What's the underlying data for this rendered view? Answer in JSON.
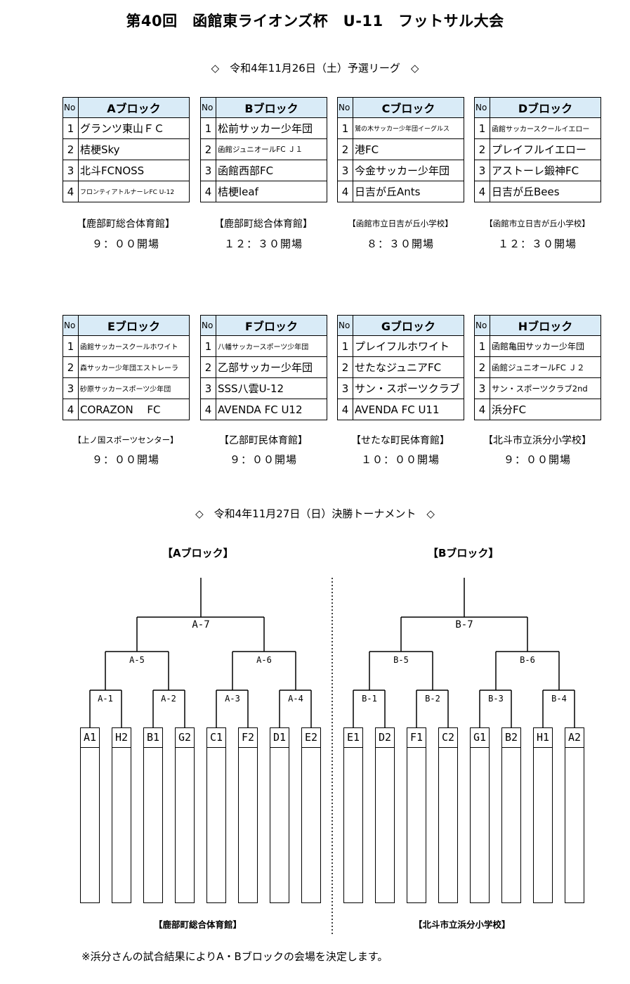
{
  "title": "第40回　函館東ライオンズ杯　U-11　フットサル大会",
  "day1_heading": "◇　令和4年11月26日（土）予選リーグ　◇",
  "day2_heading": "◇　令和4年11月27日（日）決勝トーナメント　◇",
  "no_header": "No",
  "blocks": [
    {
      "name": "Aブロック",
      "teams": [
        "グランツ東山ＦＣ",
        "桔梗Sky",
        "北斗FCNOSS",
        "フロンティアトルナーレFC U-12"
      ],
      "venue": "【鹿部町総合体育館】",
      "time": "９：００開場"
    },
    {
      "name": "Bブロック",
      "teams": [
        "松前サッカー少年団",
        "函館ジュニオールFC Ｊ１",
        "函館西部FC",
        "桔梗leaf"
      ],
      "venue": "【鹿部町総合体育館】",
      "time": "１２：３０開場"
    },
    {
      "name": "Cブロック",
      "teams": [
        "鷲の木サッカー少年団イーグルス",
        "港FC",
        "今金サッカー少年団",
        "日吉が丘Ants"
      ],
      "venue": "【函館市立日吉が丘小学校】",
      "time": "８：３０開場"
    },
    {
      "name": "Dブロック",
      "teams": [
        "函館サッカースクールイエロー",
        "プレイフルイエロー",
        "アストーレ鍛神FC",
        "日吉が丘Bees"
      ],
      "venue": "【函館市立日吉が丘小学校】",
      "time": "１２：３０開場"
    },
    {
      "name": "Eブロック",
      "teams": [
        "函館サッカースクールホワイト",
        "森サッカー少年団エストレーラ",
        "砂原サッカースポーツ少年団",
        "CORAZON　 FC"
      ],
      "venue": "【上ノ国スポーツセンター】",
      "time": "９：００開場"
    },
    {
      "name": "Fブロック",
      "teams": [
        "八幡サッカースポーツ少年団",
        "乙部サッカー少年団",
        "SSS八雲U-12",
        "AVENDA FC U12"
      ],
      "venue": "【乙部町民体育館】",
      "time": "９：００開場"
    },
    {
      "name": "Gブロック",
      "teams": [
        "プレイフルホワイト",
        "せたなジュニアFC",
        "サン・スポーツクラブ",
        "AVENDA FC U11"
      ],
      "venue": "【せたな町民体育館】",
      "time": "１０：００開場"
    },
    {
      "name": "Hブロック",
      "teams": [
        "函館亀田サッカー少年団",
        "函館ジュニオールFC Ｊ２",
        "サン・スポーツクラブ2nd",
        "浜分FC"
      ],
      "venue": "【北斗市立浜分小学校】",
      "time": "９：００開場"
    }
  ],
  "tournament": {
    "left_title": "【Aブロック】",
    "right_title": "【Bブロック】",
    "left_matches": [
      "A-1",
      "A-2",
      "A-3",
      "A-4",
      "A-5",
      "A-6",
      "A-7"
    ],
    "right_matches": [
      "B-1",
      "B-2",
      "B-3",
      "B-4",
      "B-5",
      "B-6",
      "B-7"
    ],
    "left_slots": [
      "A1",
      "H2",
      "B1",
      "G2",
      "C1",
      "F2",
      "D1",
      "E2"
    ],
    "right_slots": [
      "E1",
      "D2",
      "F1",
      "C2",
      "G1",
      "B2",
      "H1",
      "A2"
    ],
    "left_venue": "【鹿部町総合体育館】",
    "right_venue": "【北斗市立浜分小学校】"
  },
  "note": "※浜分さんの試合結果によりA・Bブロックの会場を決定します。"
}
